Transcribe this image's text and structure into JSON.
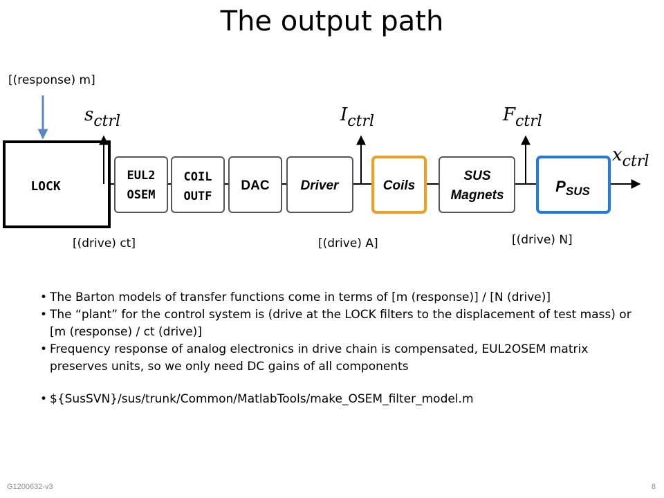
{
  "title": "The output path",
  "labels": {
    "response": "[(response) m]",
    "drive_ct": "[(drive) ct]",
    "drive_a": "[(drive) A]",
    "drive_n": "[(drive) N]"
  },
  "signals": {
    "s_main": "s",
    "s_sub": "ctrl",
    "i_main": "I",
    "i_sub": "ctrl",
    "f_main": "F",
    "f_sub": "ctrl",
    "x_main": "x",
    "x_sub": "ctrl"
  },
  "blocks": {
    "lock": "LOCK",
    "eul2osem": [
      "EUL2",
      "OSEM"
    ],
    "coil_outf": [
      "COIL",
      "OUTF"
    ],
    "dac": "DAC",
    "driver": "Driver",
    "coils": "Coils",
    "sus_magnets": [
      "SUS",
      "Magnets"
    ],
    "psus_main": "P",
    "psus_sub": "SUS"
  },
  "colors": {
    "coils": "#f0a020",
    "psus": "#1e78f0",
    "response_arrow": "#5b86c4"
  },
  "bullets": [
    "The Barton models of transfer functions come in terms of [m (response)] / [N (drive)]",
    "The “plant” for the control system is (drive at the LOCK filters to the displacement of test mass) or [m (response) / ct (drive)]",
    "Frequency response of analog electronics in drive chain is compensated, EUL2OSEM matrix preserves units, so we only need DC gains of all components",
    "${SusSVN}/sus/trunk/Common/MatlabTools/make_OSEM_filter_model.m"
  ],
  "footer": {
    "doc_id": "G1200632-v3",
    "page_number": "8"
  }
}
